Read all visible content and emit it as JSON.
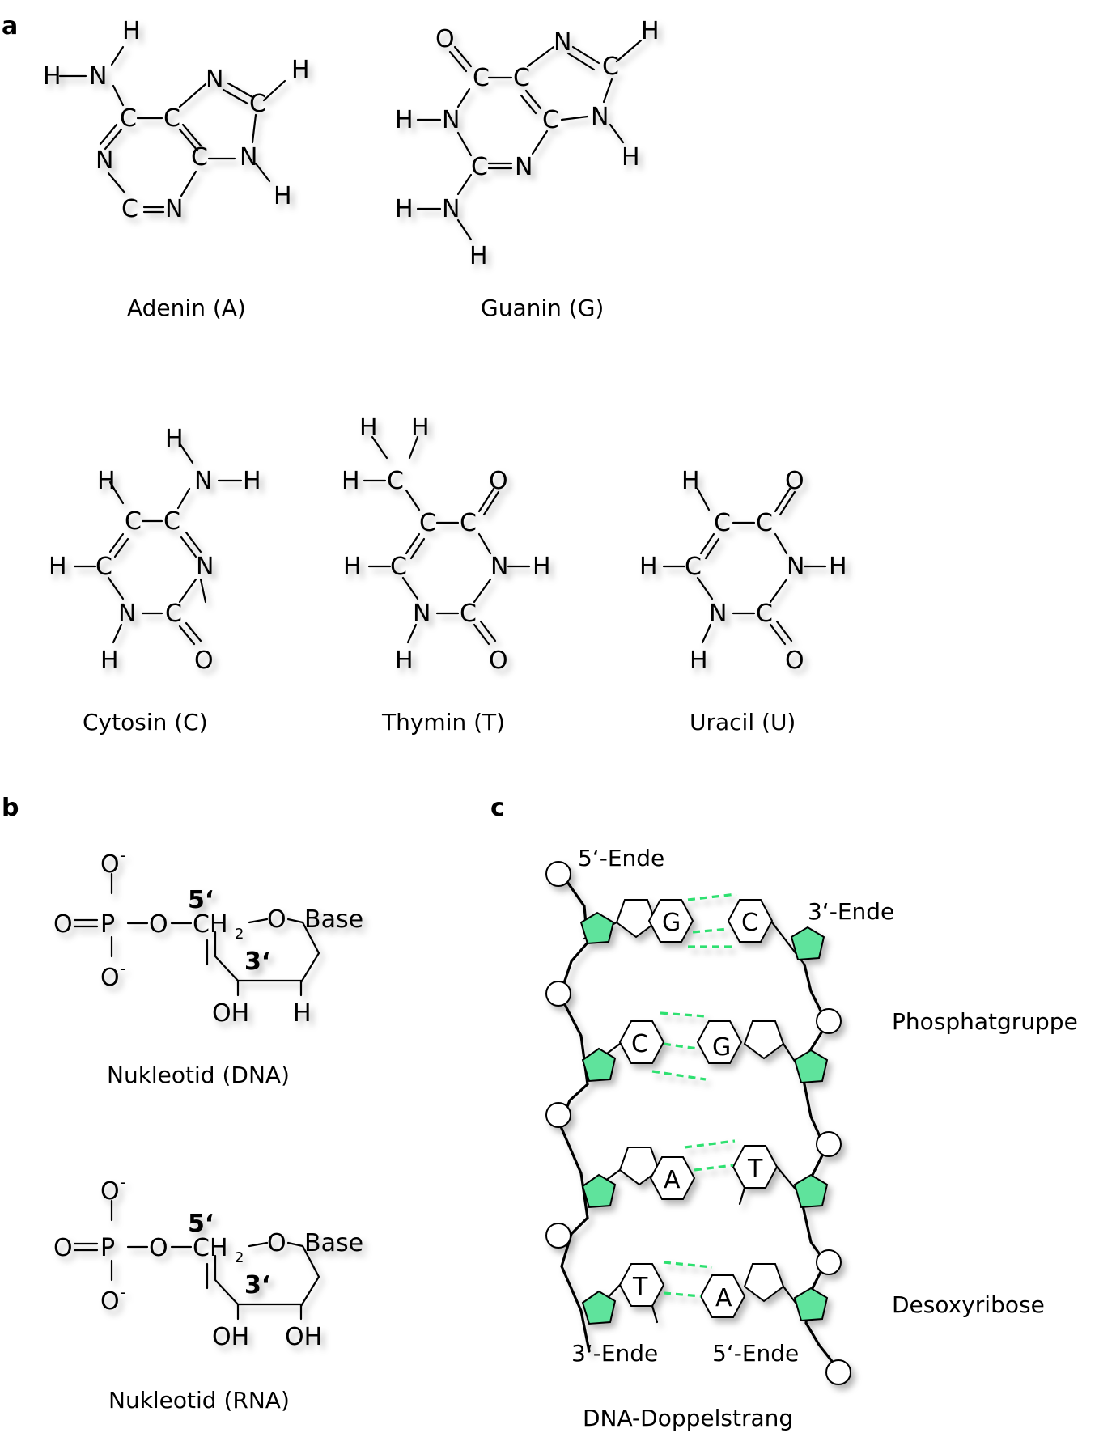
{
  "panels": {
    "a": "a",
    "b": "b",
    "c": "c"
  },
  "bases": {
    "adenin": "Adenin (A)",
    "guanin": "Guanin (G)",
    "cytosin": "Cytosin (C)",
    "thymin": "Thymin (T)",
    "uracil": "Uracil (U)"
  },
  "atoms": {
    "H": "H",
    "N": "N",
    "C": "C",
    "O": "O",
    "P": "P",
    "CH": "CH",
    "sub2": "2",
    "OH": "OH",
    "minus": "-"
  },
  "nucleotides": {
    "dna_caption": "Nukleotid (DNA)",
    "rna_caption": "Nukleotid (RNA)",
    "five_prime": "5‘",
    "three_prime": "3‘",
    "base": "Base"
  },
  "strand": {
    "caption": "DNA-Doppelstrang",
    "end_5_top": "5‘-Ende",
    "end_3_top": "3‘-Ende",
    "end_3_bottom": "3‘-Ende",
    "end_5_bottom": "5‘-Ende",
    "phosphate": "Phosphatgruppe",
    "desoxyribose": "Desoxyribose",
    "pairs": [
      {
        "left": "G",
        "right": "C"
      },
      {
        "left": "C",
        "right": "G"
      },
      {
        "left": "A",
        "right": "T"
      },
      {
        "left": "T",
        "right": "A"
      }
    ]
  }
}
